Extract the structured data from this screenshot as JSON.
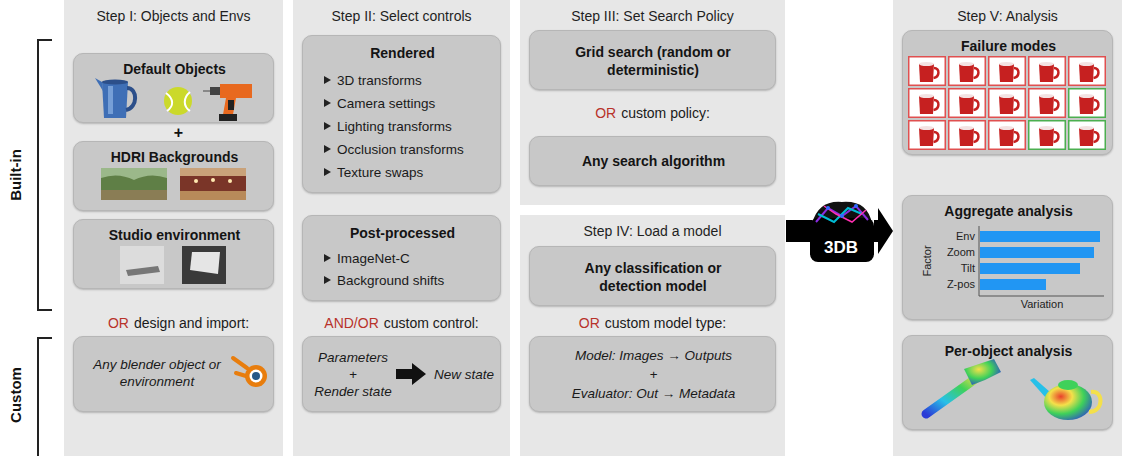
{
  "diagram": {
    "nodes": [
      {
        "text": [
          "Step I: Objects and Envs"
        ]
      },
      {
        "text": [
          "Default Objects"
        ],
        "in": 0
      },
      {
        "text": [
          "HDRI Backgrounds"
        ],
        "in": 0
      },
      {
        "text": [
          "Studio environment"
        ],
        "in": 0
      },
      {
        "text": [
          "Any blender object or environment"
        ],
        "in": 0
      },
      {
        "text": [
          "Step II: Select controls"
        ]
      },
      {
        "text": [
          "Rendered",
          "3D transforms",
          "Camera settings",
          "Lighting transforms",
          "Occlusion transforms",
          "Texture swaps"
        ],
        "in": 5
      },
      {
        "text": [
          "Post-processed",
          "ImageNet-C",
          "Background shifts"
        ],
        "in": 5
      },
      {
        "text": [
          "Parameters",
          "+",
          "Render state",
          "New state"
        ],
        "in": 5
      },
      {
        "text": [
          "Step III: Set Search Policy"
        ]
      },
      {
        "text": [
          "Grid search (random or deterministic)"
        ],
        "in": 9
      },
      {
        "text": [
          "Any search algorithm"
        ],
        "in": 9
      },
      {
        "text": [
          "Step IV: Load a model"
        ]
      },
      {
        "text": [
          "Any classification or detection model"
        ],
        "in": 12
      },
      {
        "text": [
          "Model: Images → Outputs",
          "+",
          "Evaluator: Out → Metadata"
        ],
        "in": 12
      },
      {
        "text": [
          "3DB"
        ]
      },
      {
        "text": [
          "Step V: Analysis"
        ]
      },
      {
        "text": [
          "Failure modes"
        ],
        "in": 16
      },
      {
        "text": [
          "Aggregate analysis",
          "Env",
          "Zoom",
          "Tilt",
          "Z-pos",
          "Factor",
          "Variation"
        ],
        "in": 16
      },
      {
        "text": [
          "Per-object analysis"
        ],
        "in": 16
      }
    ],
    "edges": [
      {
        "from": 15,
        "to": 16,
        "arrow": "to"
      }
    ],
    "labels": [
      "Built-in",
      "Custom",
      "+",
      "OR",
      "design and import:",
      "AND/OR",
      "custom control:",
      "OR",
      "custom policy:",
      "OR",
      "custom model type:"
    ]
  }
}
